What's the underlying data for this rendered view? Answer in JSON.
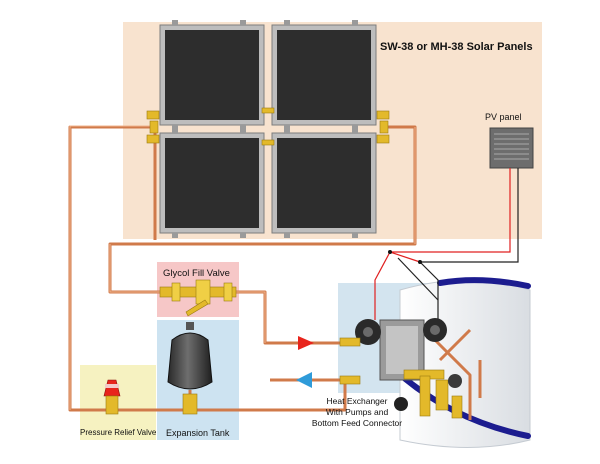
{
  "labels": {
    "title": "SW-38 or MH-38 Solar Panels",
    "pv_panel": "PV panel",
    "glycol_fill_valve": "Glycol Fill Valve",
    "pressure_relief_valve": "Pressure Relief Valve",
    "expansion_tank": "Expansion Tank",
    "heat_exchanger_lines": [
      "Heat Exchanger",
      "With Pumps and",
      "Bottom Feed Connector"
    ]
  },
  "colors": {
    "panel_zone": "#f8e3cf",
    "glycol_zone": "#f6c7c7",
    "tank_zone": "#cde3f1",
    "relief_zone": "#f6f2c1",
    "hx_zone": "#d3e4ef",
    "copper_pipe": "#d07a4a",
    "panel_glass": "#2d2d2d",
    "panel_frame": "#bdbdbd",
    "wire_red": "#e02020",
    "wire_black": "#222222",
    "flow_red": "#e8241c",
    "flow_blue": "#2f9bd9",
    "brass": "#e3b92a"
  }
}
